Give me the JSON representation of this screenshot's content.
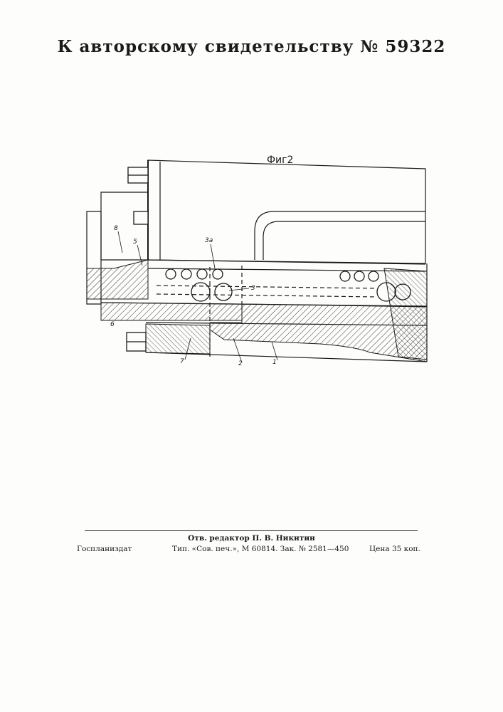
{
  "header": {
    "title": "К авторскому свидетельству № 59322"
  },
  "figure": {
    "label": "Фиг2",
    "callouts": [
      "8",
      "5",
      "3а",
      "3",
      "6",
      "7",
      "2",
      "1"
    ]
  },
  "footer": {
    "editor": "Отв. редактор П. В. Никитин",
    "publisher": "Госпланиздат",
    "print_info": "Тип. «Сов. печ.», М 60814. Зак. № 2581—450",
    "price": "Цена 35 коп."
  }
}
